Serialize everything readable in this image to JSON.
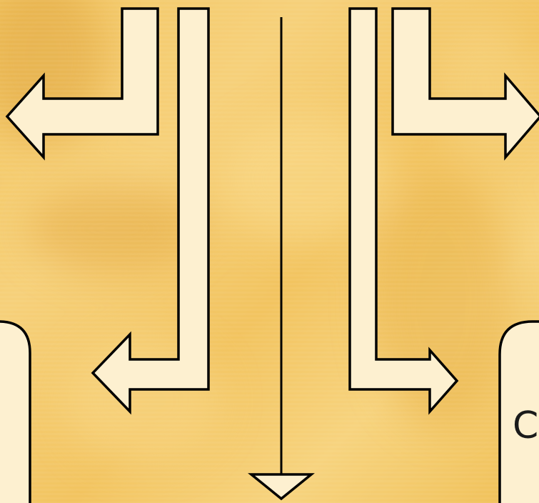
{
  "diagram": {
    "colors": {
      "background": "#f3c763",
      "arrow_fill": "#fdf0d0",
      "arrow_stroke": "#000000",
      "box_fill": "#fdf0d0"
    },
    "boxes": [
      {
        "id": "left-box",
        "label": ""
      },
      {
        "id": "right-box",
        "label": "C"
      }
    ]
  }
}
